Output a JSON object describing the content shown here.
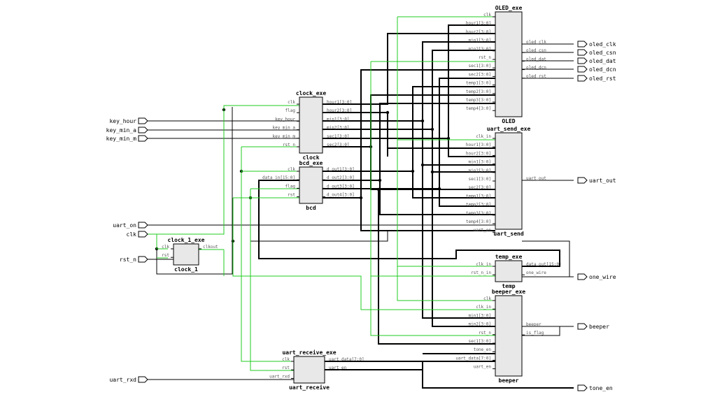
{
  "theme": {
    "wire_color": "#000000",
    "clock_wire_color": "#22cc22",
    "block_fill": "#e8e8e8",
    "block_stroke": "#000000",
    "pin_text_color": "#555555"
  },
  "ports": {
    "inputs": [
      "key_hour",
      "key_min_a",
      "key_min_m",
      "uart_on",
      "clk",
      "rst_n",
      "uart_rxd"
    ],
    "outputs": [
      "oled_clk",
      "oled_csn",
      "oled_dat",
      "oled_dcn",
      "oled_rst",
      "uart_out",
      "one_wire",
      "beeper",
      "tone_en"
    ]
  },
  "blocks": [
    {
      "id": "oled",
      "instance": "OLED_exe",
      "module": "OLED",
      "left_pins": [
        "clk",
        "hour1[3:0]",
        "hour2[3:0]",
        "min1[3:0]",
        "min2[3:0]",
        "rst_n",
        "sec1[3:0]",
        "sec2[3:0]",
        "temp1[3:0]",
        "temp2[3:0]",
        "temp3[3:0]",
        "temp4[3:0]"
      ],
      "right_pins": [
        "oled_clk",
        "oled_csn",
        "oled_dat",
        "oled_dcn",
        "oled_rst"
      ]
    },
    {
      "id": "clock",
      "instance": "clock_exe",
      "module": "clock",
      "left_pins": [
        "clk",
        "flag",
        "key_hour",
        "key_min_a",
        "key_min_m",
        "rst_n"
      ],
      "right_pins": [
        "hour1[3:0]",
        "hour2[3:0]",
        "min1[3:0]",
        "min2[3:0]",
        "sec1[3:0]",
        "sec2[3:0]"
      ]
    },
    {
      "id": "bcd",
      "instance": "bcd_exe",
      "module": "bcd",
      "left_pins": [
        "clk",
        "data_in[15:0]",
        "flag",
        "rst"
      ],
      "right_pins": [
        "d_out1[3:0]",
        "d_out2[3:0]",
        "d_out3[3:0]",
        "d_out4[3:0]"
      ]
    },
    {
      "id": "uart_send",
      "instance": "uart_send_exe",
      "module": "uart_send",
      "left_pins": [
        "clk_in",
        "hour1[3:0]",
        "hour2[3:0]",
        "min1[3:0]",
        "min2[3:0]",
        "sec1[3:0]",
        "sec2[3:0]",
        "temp1[3:0]",
        "temp2[3:0]",
        "temp3[3:0]",
        "temp4[3:0]",
        "uart_on"
      ],
      "right_pins": [
        "uart_out"
      ]
    },
    {
      "id": "clock_1",
      "instance": "clock_1_exe",
      "module": "clock_1",
      "left_pins": [
        "clk",
        "rst"
      ],
      "right_pins": [
        "clkout"
      ]
    },
    {
      "id": "temp",
      "instance": "temp_exe",
      "module": "temp",
      "left_pins": [
        "clk_in",
        "rst_n_in"
      ],
      "right_pins": [
        "data_out[15:0]",
        "one_wire"
      ]
    },
    {
      "id": "beeper",
      "instance": "beeper_exe",
      "module": "beeper",
      "left_pins": [
        "clk",
        "clk_in",
        "min1[3:0]",
        "min2[3:0]",
        "rst_n",
        "sec1[3:0]",
        "tone_en",
        "uart_data[7:0]",
        "uart_en"
      ],
      "right_pins": [
        "beeper",
        "is_flag"
      ]
    },
    {
      "id": "uart_receive",
      "instance": "uart_receive_exe",
      "module": "uart_receive",
      "left_pins": [
        "clk",
        "rst",
        "uart_rxd"
      ],
      "right_pins": [
        "uart_data[7:0]",
        "uart_en"
      ]
    }
  ]
}
